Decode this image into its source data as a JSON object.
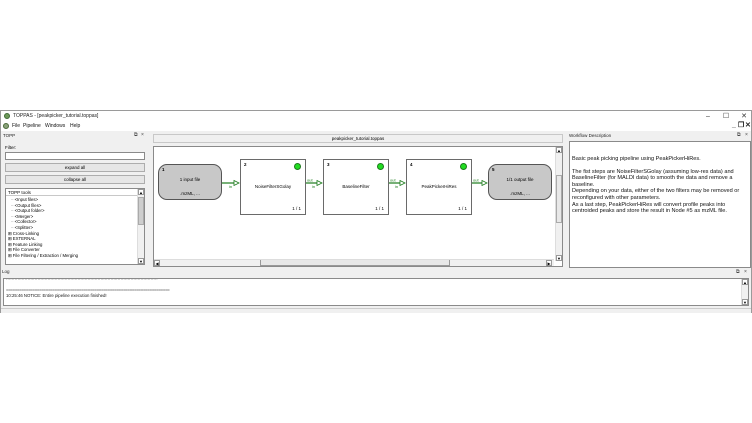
{
  "window": {
    "title": "TOPPAS - [peakpicker_tutorial.toppas]",
    "controls": {
      "minimize": "–",
      "maximize": "☐",
      "close": "✕"
    }
  },
  "menubar": {
    "items": [
      "File",
      "Pipeline",
      "Windows",
      "Help"
    ],
    "mdi_controls": {
      "minimize": "_",
      "restore": "❐",
      "close": "✕"
    }
  },
  "left_dock": {
    "title": "TOPP",
    "filter_label": "Filter:",
    "filter_value": "",
    "expand_all": "expand all",
    "collapse_all": "collapse all",
    "tree_header": "TOPP tools",
    "tree_items": [
      {
        "label": "<Input files>",
        "expander": ""
      },
      {
        "label": "<Output files>",
        "expander": ""
      },
      {
        "label": "<Output folder>",
        "expander": ""
      },
      {
        "label": "<Merger>",
        "expander": ""
      },
      {
        "label": "<Collector>",
        "expander": ""
      },
      {
        "label": "<Splitter>",
        "expander": ""
      },
      {
        "label": "Cross-Linking",
        "expander": "+"
      },
      {
        "label": "EXTERNAL",
        "expander": "+"
      },
      {
        "label": "Feature Linking",
        "expander": "+"
      },
      {
        "label": "File Converter",
        "expander": "+"
      },
      {
        "label": "File Filtering / Extraction / Merging",
        "expander": "+"
      }
    ]
  },
  "center": {
    "tab": "peakpicker_tutorial.toppas",
    "nodes": [
      {
        "num": "1",
        "name": "1 input file",
        "sub": ".mzML, ...",
        "type": "input"
      },
      {
        "num": "2",
        "name": "NoiseFilterSGolay",
        "count": "1 / 1",
        "type": "tool",
        "status": "ok"
      },
      {
        "num": "3",
        "name": "BaselineFilter",
        "count": "1 / 1",
        "type": "tool",
        "status": "ok"
      },
      {
        "num": "4",
        "name": "PeakPickerHiRes",
        "count": "1 / 1",
        "type": "tool",
        "status": "ok"
      },
      {
        "num": "5",
        "name": "1/1 output file",
        "sub": ".mzML, ...",
        "type": "output"
      }
    ],
    "edges": [
      {
        "from": "1",
        "to": "2",
        "out_label": "",
        "in_label": "in"
      },
      {
        "from": "2",
        "to": "3",
        "out_label": "out",
        "in_label": "in"
      },
      {
        "from": "3",
        "to": "4",
        "out_label": "out",
        "in_label": "in"
      },
      {
        "from": "4",
        "to": "5",
        "out_label": "out",
        "in_label": ""
      }
    ],
    "colors": {
      "edge": "#1a7a1a",
      "status_ok": "#22dd22",
      "io_node": "#c8c8c8"
    }
  },
  "right_dock": {
    "title": "Workflow Description",
    "paragraphs": [
      "Basic peak picking pipeline using PeakPickerHiRes.",
      "The fist steps are NoiseFilterSGolay (assuming low-res data) and BaselineFilter (for MALDI data) to smooth the data and remove a baseline.",
      "Depending on your data, either of the two filters may be removed or reconfigured with other parameters.",
      "As a last step, PeakPickerHiRes will convert profile peaks into centroided peaks and store the result in Node #5 as mzML file."
    ]
  },
  "log": {
    "title": "Log",
    "separator": "==========================================================================",
    "last_line": "10:25:46 NOTICE: Entire pipeline execution finished!"
  },
  "icons": {
    "float": "⧉",
    "close": "×",
    "scroll_up": "▲",
    "scroll_down": "▼",
    "scroll_left": "◀",
    "scroll_right": "▶"
  }
}
